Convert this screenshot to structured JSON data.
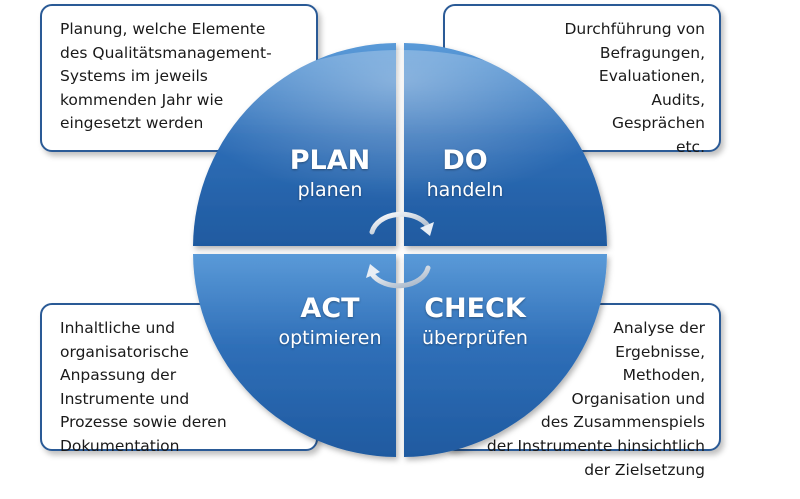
{
  "colors": {
    "quadrant_dark": "#1f5aa0",
    "quadrant_light": "#5a9ad8",
    "box_border": "#2a5a96",
    "text": "#1a1a1a",
    "label_text": "#ffffff"
  },
  "quadrants": {
    "plan": {
      "title": "PLAN",
      "subtitle": "planen"
    },
    "do": {
      "title": "DO",
      "subtitle": "handeln"
    },
    "act": {
      "title": "ACT",
      "subtitle": "optimieren"
    },
    "check": {
      "title": "CHECK",
      "subtitle": "überprüfen"
    }
  },
  "center_icon": "cycle-arrows-icon",
  "boxes": {
    "top_left": {
      "lines": [
        "Planung, welche Elemente",
        "des Qualitätsmanagement-",
        "Systems im jeweils",
        "kommenden Jahr wie",
        "eingesetzt werden"
      ]
    },
    "top_right": {
      "lines": [
        "Durchführung von",
        "Befragungen,",
        "Evaluationen,",
        "Audits,",
        "Gesprächen",
        "etc."
      ]
    },
    "bottom_left": {
      "lines": [
        "Inhaltliche und",
        "organisatorische",
        "Anpassung der",
        "Instrumente und",
        "Prozesse sowie deren",
        "Dokumentation"
      ]
    },
    "bottom_right": {
      "lines": [
        "Analyse der",
        "Ergebnisse,",
        "Methoden,",
        "Organisation und",
        "des Zusammenspiels",
        "der Instrumente hinsichtlich",
        "der Zielsetzung"
      ]
    }
  }
}
